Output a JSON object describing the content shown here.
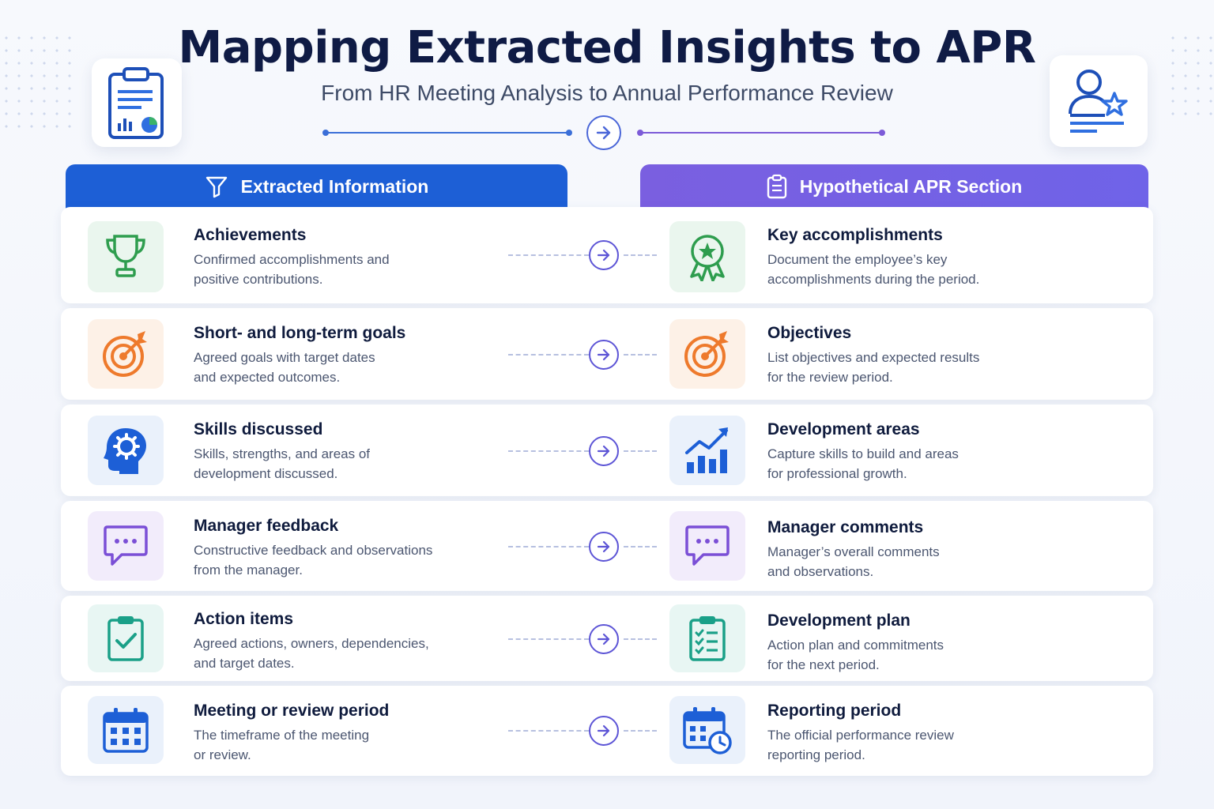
{
  "header": {
    "title": "Mapping Extracted Insights to APR",
    "subtitle": "From HR Meeting Analysis to Annual Performance Review"
  },
  "columns": {
    "left": {
      "label": "Extracted Information",
      "icon": "filter-icon"
    },
    "right": {
      "label": "Hypothetical APR Section",
      "icon": "clipboard-icon"
    }
  },
  "rows": [
    {
      "left": {
        "title": "Achievements",
        "desc1": "Confirmed accomplishments and",
        "desc2": "positive contributions.",
        "icon": "trophy-icon"
      },
      "right": {
        "title": "Key accomplishments",
        "desc1": "Document the employee’s key",
        "desc2": "accomplishments during the period.",
        "icon": "award-ribbon-icon"
      }
    },
    {
      "left": {
        "title": "Short- and long-term goals",
        "desc1": "Agreed goals with target dates",
        "desc2": "and expected outcomes.",
        "icon": "target-icon"
      },
      "right": {
        "title": "Objectives",
        "desc1": "List objectives and expected results",
        "desc2": "for the review period.",
        "icon": "target-icon"
      }
    },
    {
      "left": {
        "title": "Skills discussed",
        "desc1": "Skills, strengths, and areas of",
        "desc2": "development discussed.",
        "icon": "head-gear-icon"
      },
      "right": {
        "title": "Development areas",
        "desc1": "Capture skills to build and areas",
        "desc2": "for professional growth.",
        "icon": "growth-chart-icon"
      }
    },
    {
      "left": {
        "title": "Manager feedback",
        "desc1": "Constructive feedback and observations",
        "desc2": "from the manager.",
        "icon": "chat-bubble-icon"
      },
      "right": {
        "title": "Manager comments",
        "desc1": "Manager’s overall comments",
        "desc2": "and observations.",
        "icon": "chat-bubble-icon"
      }
    },
    {
      "left": {
        "title": "Action items",
        "desc1": "Agreed actions, owners, dependencies,",
        "desc2": "and target dates.",
        "icon": "clipboard-check-icon"
      },
      "right": {
        "title": "Development plan",
        "desc1": "Action plan and commitments",
        "desc2": "for the next period.",
        "icon": "clipboard-list-icon"
      }
    },
    {
      "left": {
        "title": "Meeting or review period",
        "desc1": "The timeframe of the meeting",
        "desc2": "or review.",
        "icon": "calendar-icon"
      },
      "right": {
        "title": "Reporting period",
        "desc1": "The official performance review",
        "desc2": "reporting period.",
        "icon": "calendar-clock-icon"
      }
    }
  ],
  "colors": {
    "left_header": "#1d5fd6",
    "right_header": "#7a5fe0",
    "title": "#0f1b45"
  }
}
